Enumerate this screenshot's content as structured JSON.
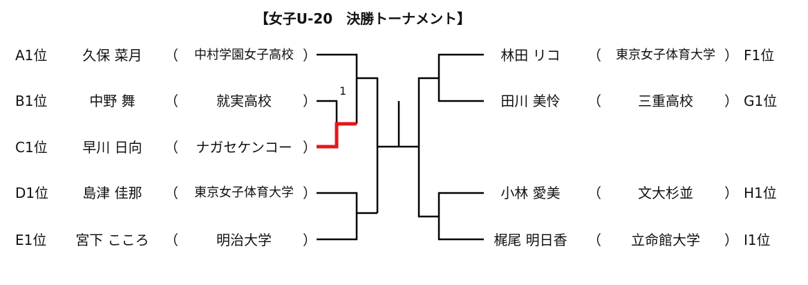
{
  "title": "【女子U-20　決勝トーナメント】",
  "match_note": "1",
  "colors": {
    "line": "#000000",
    "winner": "#e8141c"
  },
  "left": [
    {
      "rank": "A1位",
      "name": "久保 菜月",
      "school": "中村学園女子高校"
    },
    {
      "rank": "B1位",
      "name": "中野 舞",
      "school": "就実高校"
    },
    {
      "rank": "C1位",
      "name": "早川 日向",
      "school": "ナガセケンコー"
    },
    {
      "rank": "D1位",
      "name": "島津 佳那",
      "school": "東京女子体育大学"
    },
    {
      "rank": "E1位",
      "name": "宮下 こころ",
      "school": "明治大学"
    }
  ],
  "right": [
    {
      "rank": "F1位",
      "name": "林田 リコ",
      "school": "東京女子体育大学"
    },
    {
      "rank": "G1位",
      "name": "田川 美怜",
      "school": "三重高校"
    },
    {
      "rank": "H1位",
      "name": "小林 愛美",
      "school": "文大杉並"
    },
    {
      "rank": "I1位",
      "name": "梶尾 明日香",
      "school": "立命館大学"
    }
  ],
  "paren_open": "（",
  "paren_close": "）"
}
